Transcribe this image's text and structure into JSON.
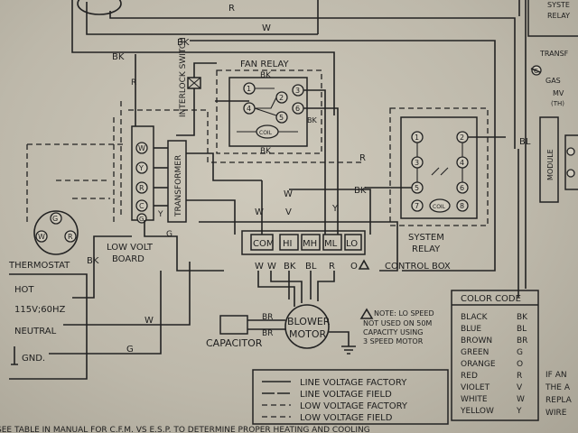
{
  "labels": {
    "fan_relay": "FAN RELAY",
    "interlock_switch": "INTERLOCK SWITCH",
    "transformer": "TRANSFORMER",
    "low_volt_board_1": "LOW VOLT",
    "low_volt_board_2": "BOARD",
    "thermostat": "THERMOSTAT",
    "system_relay_1": "SYSTEM",
    "system_relay_2": "RELAY",
    "control_box": "CONTROL BOX",
    "capacitor": "CAPACITOR",
    "blower_motor_1": "BLOWER",
    "blower_motor_2": "MOTOR",
    "hot": "HOT",
    "supply": "115V;60HZ",
    "neutral": "NEUTRAL",
    "gnd": "GND.",
    "coil": "COIL",
    "transf_top": "TRANSF",
    "module": "MODULE",
    "mv_th": "MV\n(TH)",
    "bottom_text": "SEE TABLE IN MANUAL FOR C.F.M. VS E.S.P. TO DETERMINE PROPER HEATING AND COOLING",
    "right_text_1": "IF AN",
    "right_text_2": "THE A",
    "right_text_3": "REPLA",
    "right_text_4": "WIRE",
    "top_text_1": "SYSTE",
    "top_text_2": "RELAY",
    "gas": "GAS"
  },
  "wire_labels": {
    "R": "R",
    "BK": "BK",
    "W": "W",
    "G": "G",
    "Y": "Y",
    "BL": "BL",
    "V": "V",
    "O": "O"
  },
  "terminals": {
    "board": [
      "W",
      "Y",
      "R",
      "C",
      "G"
    ],
    "thermostat": [
      "G",
      "W",
      "R"
    ],
    "fan_relay": [
      "1",
      "2",
      "3",
      "4",
      "5",
      "6"
    ],
    "system_relay": [
      "1",
      "2",
      "3",
      "4",
      "5",
      "6",
      "7",
      "8"
    ],
    "motor_taps": [
      "COM",
      "HI",
      "MH",
      "ML",
      "LO"
    ],
    "motor_tap_wires": [
      "W",
      "W",
      "BK",
      "BL",
      "R",
      "O"
    ]
  },
  "note": {
    "line1": "NOTE: LO SPEED",
    "line2": "NOT USED ON 50M",
    "line3": "CAPACITY USING",
    "line4": "3 SPEED MOTOR"
  },
  "color_code": {
    "title": "COLOR CODE",
    "rows": [
      {
        "name": "BLACK",
        "code": "BK"
      },
      {
        "name": "BLUE",
        "code": "BL"
      },
      {
        "name": "BROWN",
        "code": "BR"
      },
      {
        "name": "GREEN",
        "code": "G"
      },
      {
        "name": "ORANGE",
        "code": "O"
      },
      {
        "name": "RED",
        "code": "R"
      },
      {
        "name": "VIOLET",
        "code": "V"
      },
      {
        "name": "WHITE",
        "code": "W"
      },
      {
        "name": "YELLOW",
        "code": "Y"
      }
    ]
  },
  "legend": [
    "LINE VOLTAGE FACTORY",
    "LINE VOLTAGE FIELD",
    "LOW VOLTAGE FACTORY",
    "LOW VOLTAGE FIELD"
  ]
}
